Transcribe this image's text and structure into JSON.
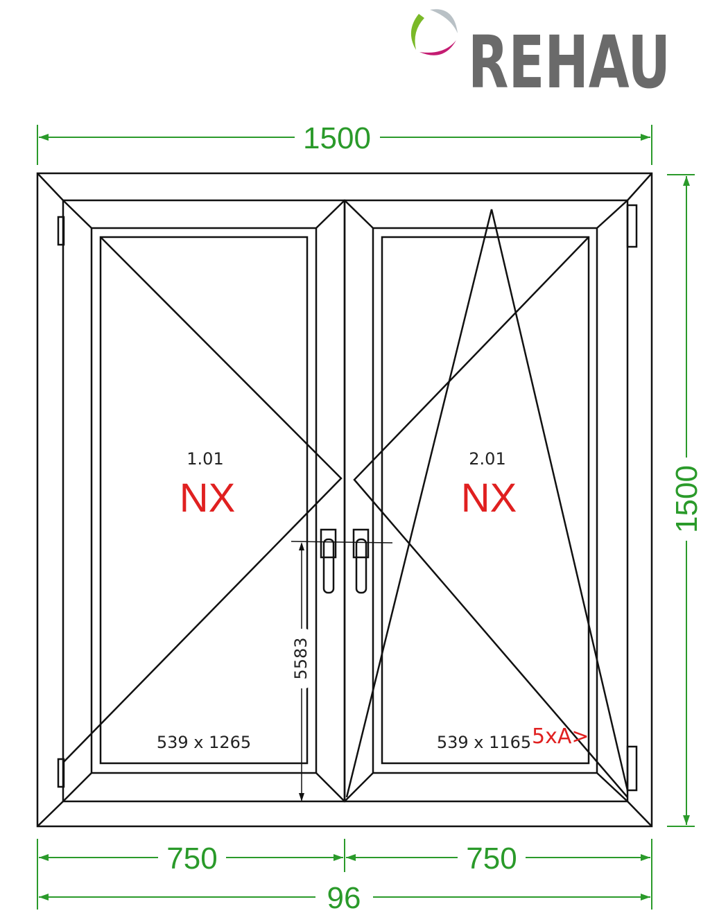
{
  "brand": {
    "name": "REHAU",
    "colors": {
      "green": "#7ab928",
      "grey": "#b9c1c6",
      "magenta": "#c41c72",
      "text": "#6a6a6a"
    }
  },
  "dimensions": {
    "top_width": "1500",
    "right_height": "1500",
    "bottom_left": "750",
    "bottom_right": "750",
    "bottom_total": "96",
    "handle_height": "5583"
  },
  "sashes": [
    {
      "id": "1.01",
      "type": "NX",
      "glass": "539 x 1265"
    },
    {
      "id": "2.01",
      "type": "NX",
      "glass": "539 x 1165",
      "note": "5xA>"
    }
  ],
  "colors": {
    "dimension": "#2a9a2a",
    "glass": "#aed3f2",
    "label_red": "#e02020"
  }
}
